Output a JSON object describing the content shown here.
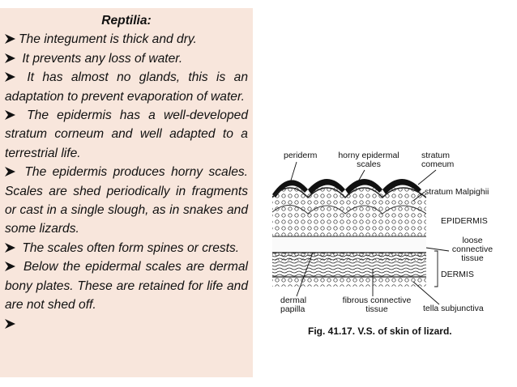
{
  "slide": {
    "heading": "Reptilia:",
    "bullets": [
      "The integument  is thick and dry.",
      " It prevents any loss of water.",
      " It has almost no glands, this is an adaptation to prevent evaporation of water.",
      " The epidermis has a well-developed stratum corneum and well adapted to a terrestrial life.",
      " The epidermis produces horny scales. Scales are shed periodically in fragments or cast in a single slough, as in snakes and some lizards.",
      " The scales often form spines or crests.",
      " Below the epidermal scales are dermal bony plates. These are retained for life and are not shed off.",
      ""
    ]
  },
  "figure": {
    "labels": {
      "periderm": "periderm",
      "horny_scales": "horny epidermal scales",
      "stratum_corneum": "stratum comeum",
      "stratum_malpighii": "stratum Malpighii",
      "epidermis": "EPIDERMIS",
      "loose_tissue": "loose connective tissue",
      "dermis": "DERMIS",
      "dermal_papilla": "dermal papilla",
      "fibrous_tissue": "fibrous connective tissue",
      "tella": "tella subjunctiva"
    },
    "caption": "Fig. 41.17. V.S. of skin of lizard."
  },
  "icons": {
    "bullet": "arrow-bullet-icon"
  }
}
